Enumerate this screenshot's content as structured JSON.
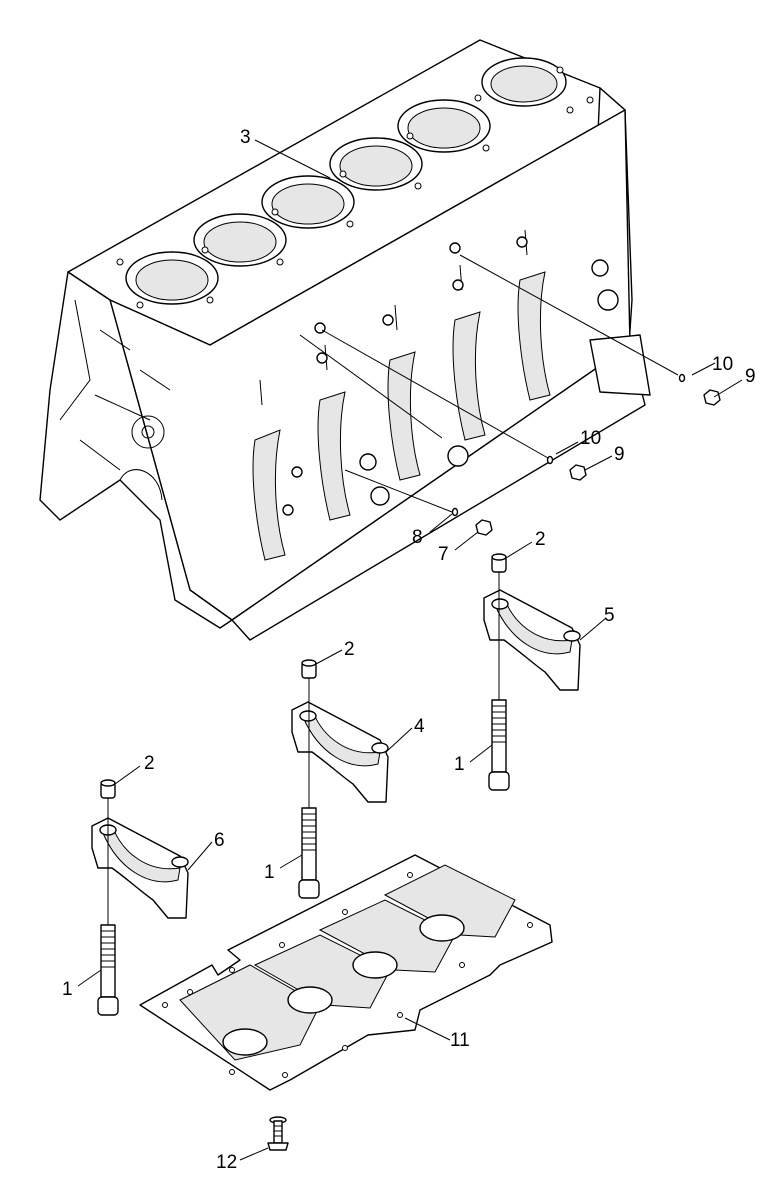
{
  "callouts": {
    "c1a": "1",
    "c1b": "1",
    "c1c": "1",
    "c2a": "2",
    "c2b": "2",
    "c2c": "2",
    "c3": "3",
    "c4": "4",
    "c5": "5",
    "c6": "6",
    "c7": "7",
    "c8": "8",
    "c9a": "9",
    "c9b": "9",
    "c10a": "10",
    "c10b": "10",
    "c11": "11",
    "c12": "12"
  }
}
